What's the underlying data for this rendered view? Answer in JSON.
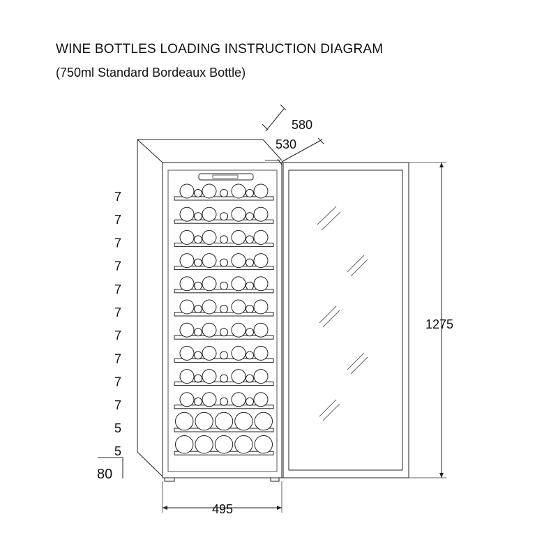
{
  "title": "WINE BOTTLES LOADING INSTRUCTION DIAGRAM",
  "subtitle": "(750ml Standard Bordeaux Bottle)",
  "dimensions": {
    "depth_total": "580",
    "depth_cabinet": "530",
    "height": "1275",
    "width": "495",
    "bottom_gap": "80"
  },
  "shelves": [
    {
      "count": "7",
      "bottles": 7
    },
    {
      "count": "7",
      "bottles": 7
    },
    {
      "count": "7",
      "bottles": 7
    },
    {
      "count": "7",
      "bottles": 7
    },
    {
      "count": "7",
      "bottles": 7
    },
    {
      "count": "7",
      "bottles": 7
    },
    {
      "count": "7",
      "bottles": 7
    },
    {
      "count": "7",
      "bottles": 7
    },
    {
      "count": "7",
      "bottles": 7
    },
    {
      "count": "7",
      "bottles": 7
    },
    {
      "count": "5",
      "bottles": 5
    },
    {
      "count": "5",
      "bottles": 5
    }
  ]
}
